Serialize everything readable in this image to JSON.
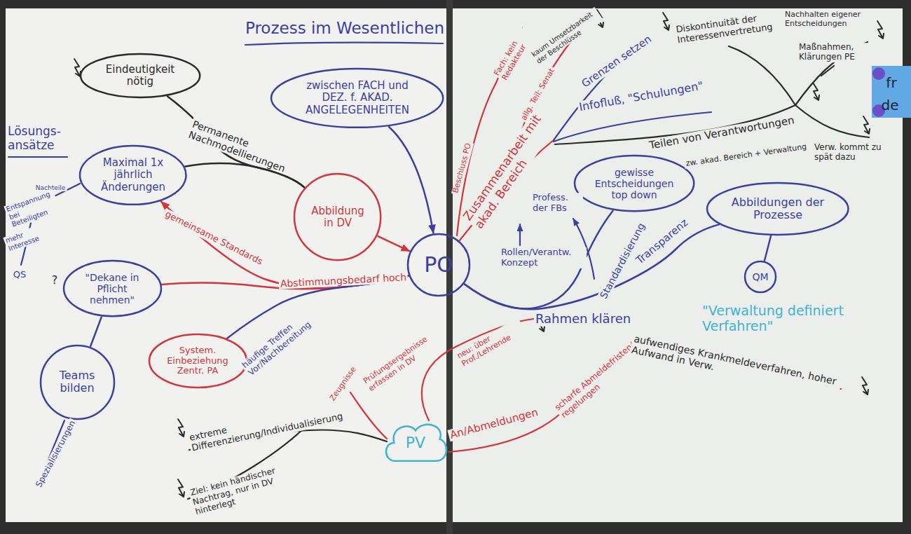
{
  "diagram": {
    "title": "Prozess im Wesentlichen",
    "nodes": [
      {
        "text": [
          "PO"
        ]
      },
      {
        "text": [
          "Abbildung in DV"
        ]
      },
      {
        "text": [
          "Eindeutigkeit nötig"
        ]
      },
      {
        "text": [
          "Maximal 1x jährlich Änderungen"
        ]
      },
      {
        "text": [
          "\"Dekane in Pflicht nehmen\""
        ]
      },
      {
        "text": [
          "System. Einbeziehung Zentr. PA"
        ]
      },
      {
        "text": [
          "Teams bilden"
        ]
      },
      {
        "text": [
          "PV"
        ]
      },
      {
        "text": [
          "gewisse Entscheidungen top down"
        ]
      },
      {
        "text": [
          "Abbildungen der Prozesse"
        ]
      },
      {
        "text": [
          "QM"
        ]
      },
      {
        "text": [
          "zwischen FACH und DEZ. f. AKAD. ANGELEGENHEITEN"
        ]
      }
    ],
    "edges": [
      {
        "from": 11,
        "to": 0,
        "arrow": "to"
      },
      {
        "from": 1,
        "to": 0,
        "arrow": "to"
      },
      {
        "from": 1,
        "to": 3,
        "label": "Permanente Nachmodellierungen",
        "arrow": "none"
      },
      {
        "from": 1,
        "to": 2,
        "arrow": "none"
      },
      {
        "from": 0,
        "to": 3,
        "label": "gemeinsame Standards",
        "arrow": "to"
      },
      {
        "from": 0,
        "to": 4,
        "label": "Abstimmungsbedarf hoch",
        "arrow": "none"
      },
      {
        "from": 0,
        "to": 5,
        "label": "häufige Treffen Vor/Nachbereitung",
        "arrow": "none"
      },
      {
        "from": 4,
        "to": 6,
        "arrow": "none"
      },
      {
        "from": 0,
        "to": 8,
        "label": "Standardisierung",
        "arrow": "none"
      },
      {
        "from": 0,
        "to": 9,
        "label": "Rahmen klären",
        "arrow": "none"
      },
      {
        "from": 9,
        "to": 10,
        "arrow": "none"
      }
    ],
    "labels": [
      "Lösungs- ansätze",
      "Nachteile",
      "Entspannung bei Beteiligten",
      "mehr Interesse",
      "QS",
      "?",
      "Spezialisierungen",
      "Beschluss PO",
      "Fach: kein Redakteur",
      "allg. Teil: Senat",
      "kaum Umsetzbarkeit der Beschlüsse",
      "Zusammenarbeit mit akad. Bereich",
      "Grenzen setzen",
      "Infofluß, \"Schulungen\"",
      "Diskontinuität der Interessenvertretung",
      "Nachhalten eigener Entscheidungen",
      "Maßnahmen, Klärungen PE",
      "Teilen von Verantwortungen",
      "zw. akad. Bereich + Verwaltung",
      "Verw. kommt zu spät dazu",
      "Profess. der FBs",
      "Rollen/Verantw. Konzept",
      "Transparenz",
      "\"Verwaltung definiert Verfahren\"",
      "neu: über Prof./Lehrende",
      "Prüfungsergebnisse erfassen in DV",
      "Zeugnisse",
      "extreme Differenzierung/Individualisierung",
      "Ziel: kein händischer Nachtrag, nur in DV hinterlegt",
      "An/Abmeldungen",
      "scharfe Abmeldefristen/-regelungen",
      "aufwendiges Krankmeldeverfahren, hoher Aufwand in Verw.",
      "fr",
      "de"
    ]
  }
}
